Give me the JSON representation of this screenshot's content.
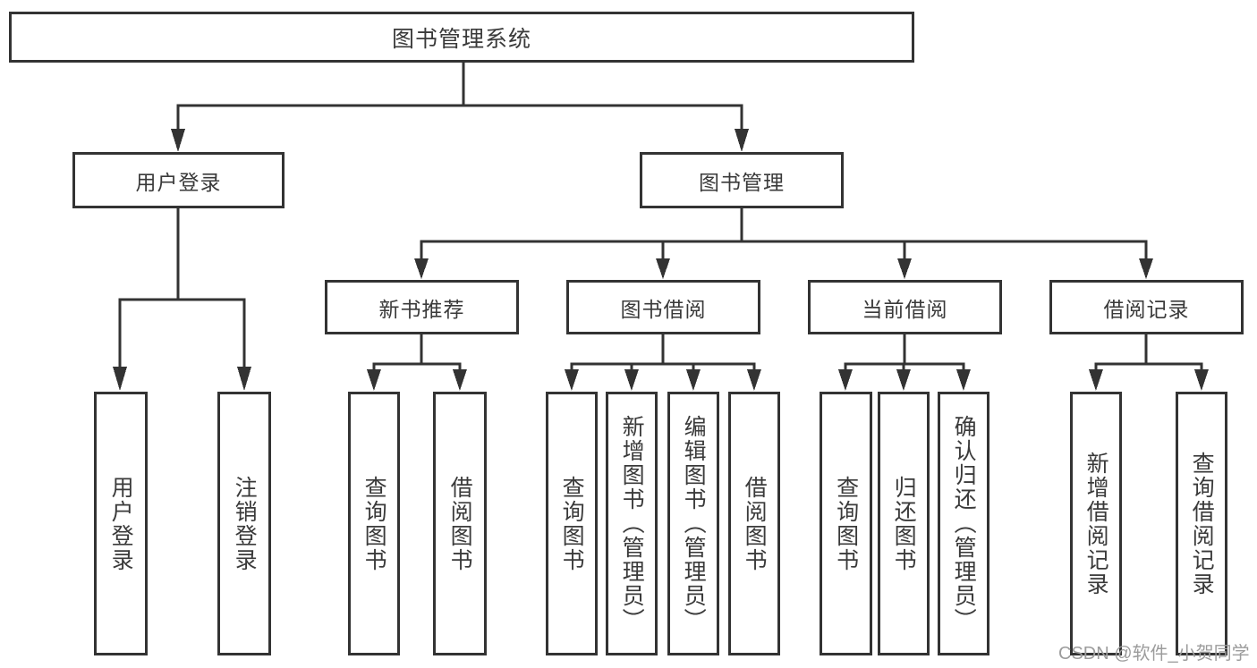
{
  "tree": {
    "root": {
      "label": "图书管理系统",
      "children": [
        {
          "label": "用户登录",
          "children": [
            {
              "label": "用户登录"
            },
            {
              "label": "注销登录"
            }
          ]
        },
        {
          "label": "图书管理",
          "children": [
            {
              "label": "新书推荐",
              "children": [
                {
                  "label": "查询图书"
                },
                {
                  "label": "借阅图书"
                }
              ]
            },
            {
              "label": "图书借阅",
              "children": [
                {
                  "label": "查询图书"
                },
                {
                  "label": "新增图书（管理员）"
                },
                {
                  "label": "编辑图书（管理员）"
                },
                {
                  "label": "借阅图书"
                }
              ]
            },
            {
              "label": "当前借阅",
              "children": [
                {
                  "label": "查询图书"
                },
                {
                  "label": "归还图书"
                },
                {
                  "label": "确认归还（管理员）"
                }
              ]
            },
            {
              "label": "借阅记录",
              "children": [
                {
                  "label": "新增借阅记录"
                },
                {
                  "label": "查询借阅记录"
                }
              ]
            }
          ]
        }
      ]
    }
  },
  "watermark": {
    "text": "CSDN @软件_小贺同学"
  },
  "colors": {
    "line": "#333333",
    "node_border": "#333333",
    "text": "#3a3a3a",
    "background": "#ffffff",
    "watermark": "#9c9c9c"
  }
}
